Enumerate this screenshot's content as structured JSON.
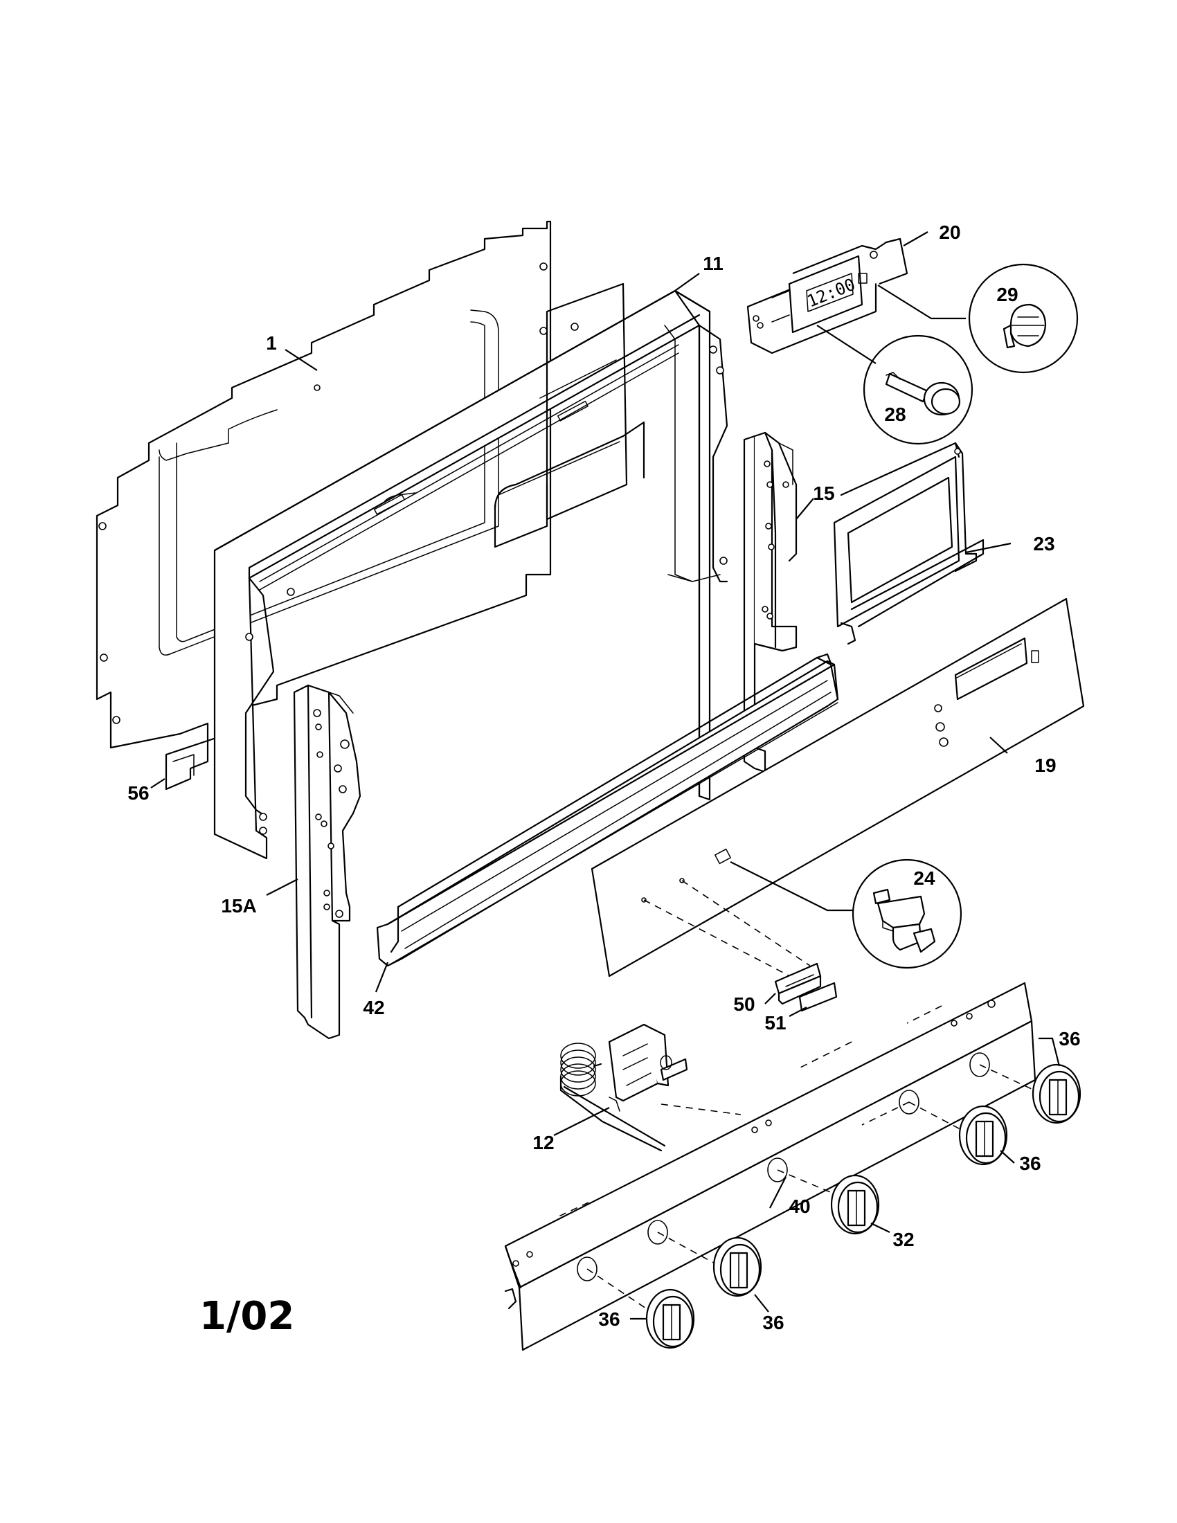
{
  "diagram": {
    "date_code": "1/02",
    "clock_display": "12:00",
    "callouts": [
      {
        "id": "c1",
        "label": "1"
      },
      {
        "id": "c11",
        "label": "11"
      },
      {
        "id": "c20",
        "label": "20"
      },
      {
        "id": "c29",
        "label": "29"
      },
      {
        "id": "c28",
        "label": "28"
      },
      {
        "id": "c15",
        "label": "15"
      },
      {
        "id": "c23",
        "label": "23"
      },
      {
        "id": "c19",
        "label": "19"
      },
      {
        "id": "c56",
        "label": "56"
      },
      {
        "id": "c15a",
        "label": "15A"
      },
      {
        "id": "c42",
        "label": "42"
      },
      {
        "id": "c24",
        "label": "24"
      },
      {
        "id": "c50",
        "label": "50"
      },
      {
        "id": "c51",
        "label": "51"
      },
      {
        "id": "c36a",
        "label": "36"
      },
      {
        "id": "c12",
        "label": "12"
      },
      {
        "id": "c36b",
        "label": "36"
      },
      {
        "id": "c40",
        "label": "40"
      },
      {
        "id": "c32",
        "label": "32"
      },
      {
        "id": "c36c",
        "label": "36"
      },
      {
        "id": "c36d",
        "label": "36"
      }
    ]
  }
}
